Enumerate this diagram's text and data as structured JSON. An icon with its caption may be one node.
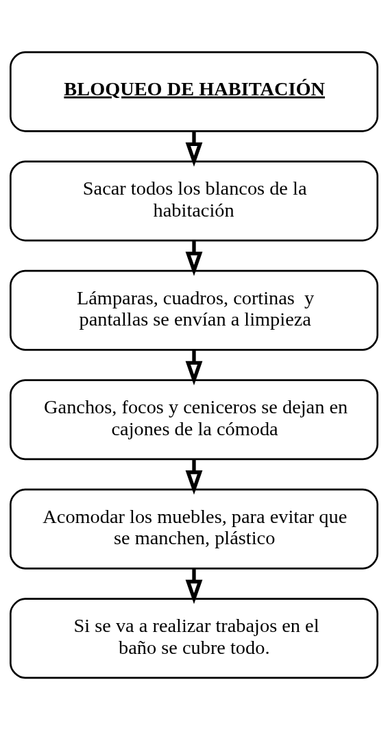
{
  "diagram": {
    "nodes": [
      {
        "text": [
          "BLOQUEO DE HABITACIÓN"
        ]
      },
      {
        "text": [
          "Sacar todos los blancos de la habitación"
        ]
      },
      {
        "text": [
          "Lámparas, cuadros, cortinas  y pantallas se envían a limpieza"
        ]
      },
      {
        "text": [
          "Ganchos, focos y ceniceros se dejan en cajones de la cómoda"
        ]
      },
      {
        "text": [
          "Acomodar los muebles, para evitar que se manchen, plástico"
        ]
      },
      {
        "text": [
          "Si se va a realizar trabajos en el baño se cubre todo."
        ]
      }
    ],
    "edges": [
      {
        "from": 0,
        "to": 1,
        "arrow": "to"
      },
      {
        "from": 1,
        "to": 2,
        "arrow": "to"
      },
      {
        "from": 2,
        "to": 3,
        "arrow": "to"
      },
      {
        "from": 3,
        "to": 4,
        "arrow": "to"
      },
      {
        "from": 4,
        "to": 5,
        "arrow": "to"
      }
    ]
  }
}
